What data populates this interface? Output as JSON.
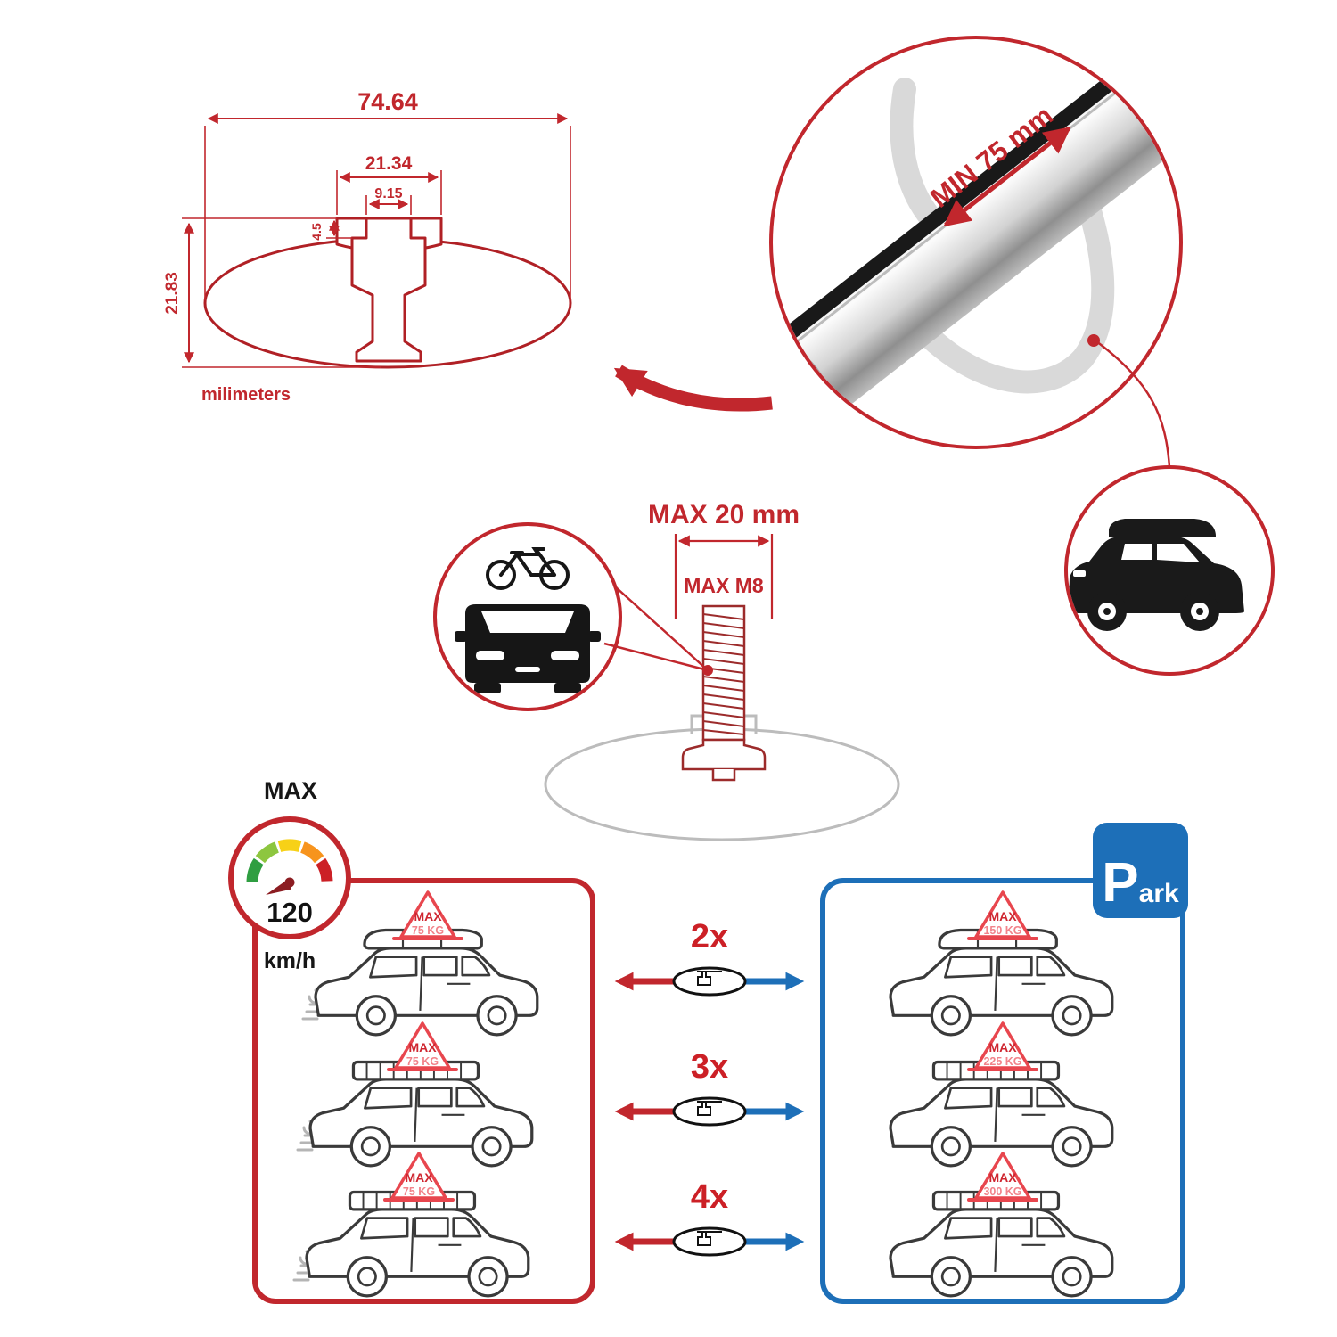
{
  "colors": {
    "red": "#c1272d",
    "blue": "#1d6fb8",
    "black": "#161616"
  },
  "cross_section": {
    "total_width": "74.64",
    "channel_width": "21.34",
    "slot_width": "9.15",
    "lip_depth": "4.5",
    "total_height": "21.83",
    "units_label": "milimeters"
  },
  "bar_detail": {
    "clamp_min": "MIN 75 mm"
  },
  "bolt_detail": {
    "max_width": "MAX 20 mm",
    "max_thread": "MAX M8"
  },
  "speed_limit": {
    "label": "MAX",
    "value": "120",
    "units": "km/h"
  },
  "parking_sign": {
    "letter": "P",
    "rest": "ark"
  },
  "rows": [
    {
      "qty": "2x",
      "drive_load_label": "MAX",
      "drive_load_value": "75 KG",
      "park_load_label": "MAX",
      "park_load_value": "150 KG"
    },
    {
      "qty": "3x",
      "drive_load_label": "MAX",
      "drive_load_value": "75 KG",
      "park_load_label": "MAX",
      "park_load_value": "225 KG"
    },
    {
      "qty": "4x",
      "drive_load_label": "MAX",
      "drive_load_value": "75 KG",
      "park_load_label": "MAX",
      "park_load_value": "300 KG"
    }
  ]
}
